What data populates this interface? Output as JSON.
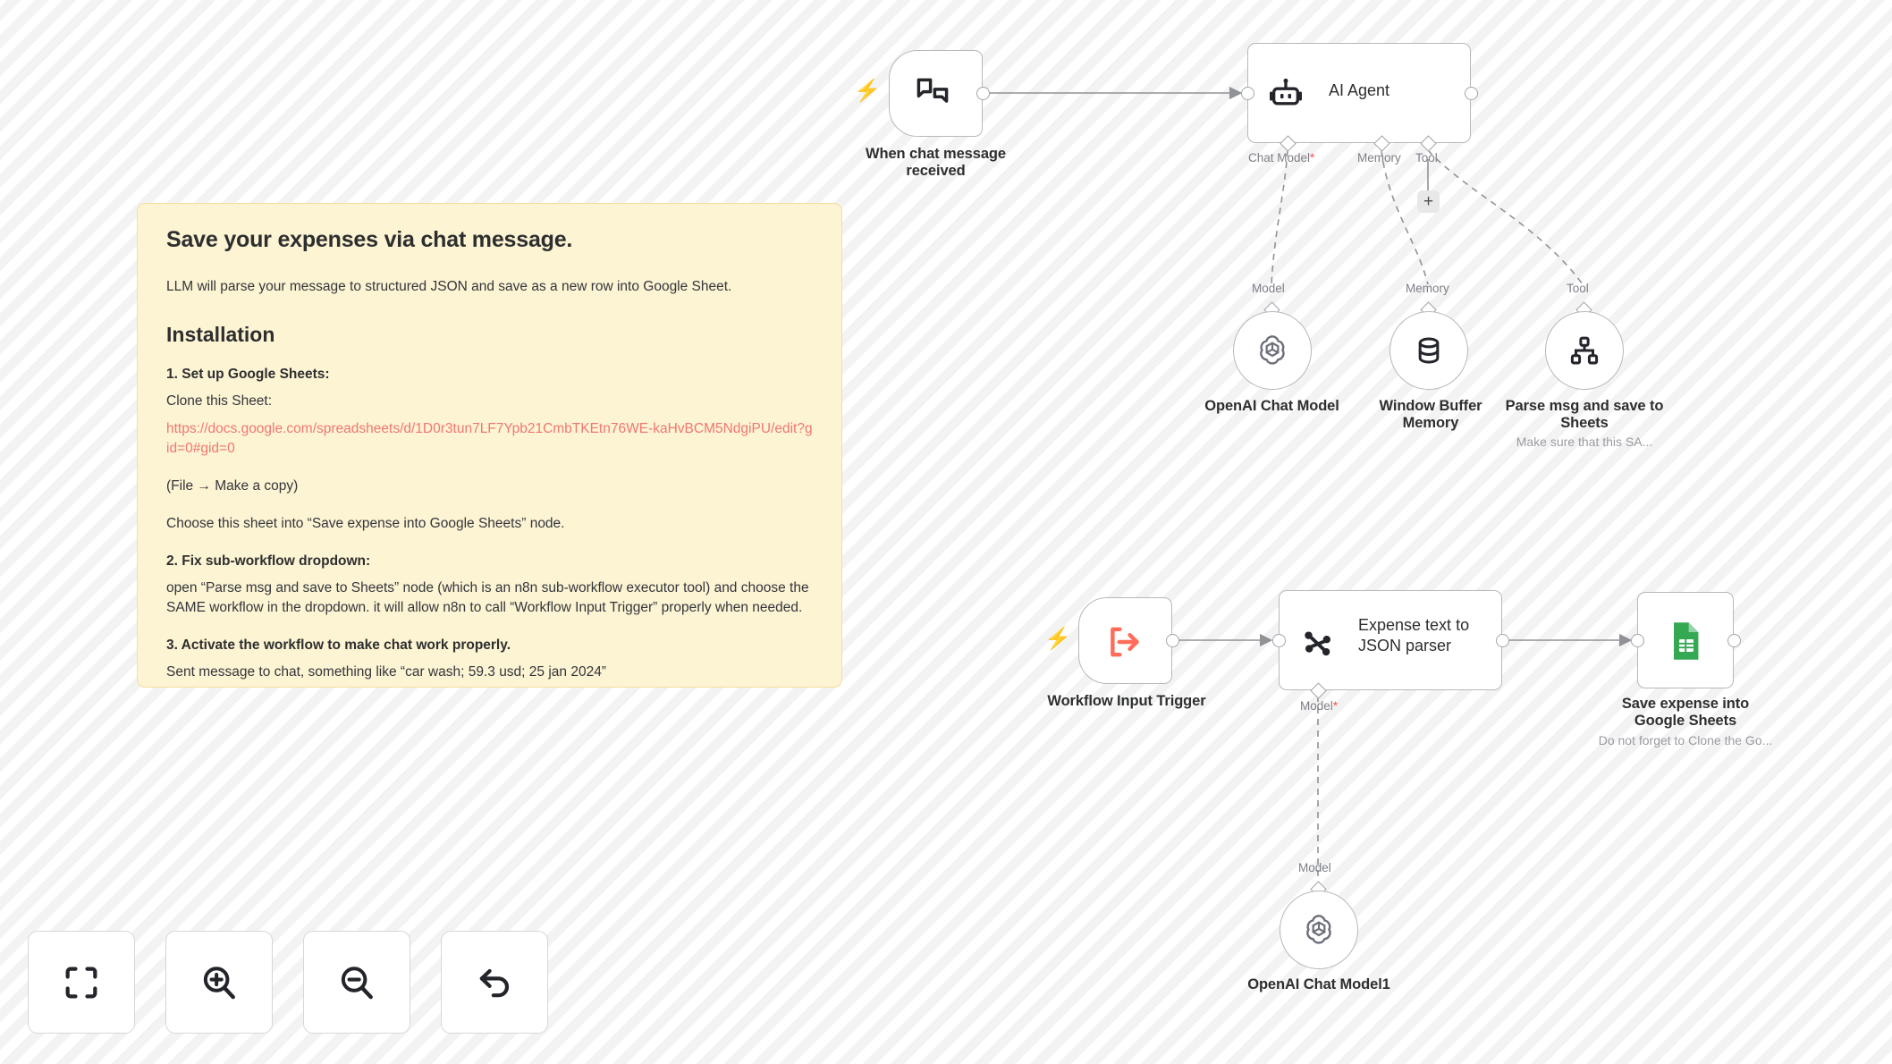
{
  "canvas": {
    "background_color": "#ffffff",
    "stripe_color": "#f3f3f4"
  },
  "sticky_note": {
    "background_color": "#fdf4d4",
    "border_color": "#f1df9c",
    "title": "Save your expenses via chat message.",
    "intro": "LLM will parse your message to structured JSON and save as a new row into Google Sheet.",
    "section_heading": "Installation",
    "step1_heading": "1. Set up Google Sheets:",
    "step1_clone": "Clone this Sheet:",
    "step1_url": "https://docs.google.com/spreadsheets/d/1D0r3tun7LF7Ypb21CmbTKEtn76WE-kaHvBCM5NdgiPU/edit?gid=0#gid=0",
    "step1_copy": "(File → Make a copy)",
    "step1_choose": "Choose this sheet into “Save expense into Google Sheets” node.",
    "step2_heading": "2. Fix sub-workflow dropdown:",
    "step2_body": "open “Parse msg and save to Sheets” node (which is an n8n sub-workflow executor tool) and choose the SAME workflow in the dropdown. it will allow n8n to call “Workflow Input Trigger” properly when needed.",
    "step3_heading": "3. Activate the workflow to make chat work properly.",
    "step3_body": "Sent message to chat, something like “car wash; 59.3 usd; 25 jan 2024”",
    "url_color": "#ef7871"
  },
  "nodes": {
    "chat_trigger": {
      "label": "When chat message received",
      "icon": "chat-bubbles-icon",
      "trigger_icon": "lightning-bolt-icon",
      "trigger_color": "#ff6d5a"
    },
    "ai_agent": {
      "label": "AI Agent",
      "icon": "robot-icon",
      "connectors": [
        {
          "name": "Chat Model",
          "required": true
        },
        {
          "name": "Memory",
          "required": false
        },
        {
          "name": "Tool",
          "required": false
        }
      ]
    },
    "openai_chat_model": {
      "label": "OpenAI Chat Model",
      "connector_label": "Model",
      "icon": "openai-icon"
    },
    "window_buffer_memory": {
      "label": "Window Buffer Memory",
      "connector_label": "Memory",
      "icon": "database-icon"
    },
    "parse_msg_tool": {
      "label": "Parse msg and save to Sheets",
      "sublabel": "Make sure that this SA...",
      "connector_label": "Tool",
      "icon": "workflow-tool-icon"
    },
    "workflow_input_trigger": {
      "label": "Workflow Input Trigger",
      "icon": "bracket-arrow-icon",
      "icon_color": "#ff6d5a",
      "trigger_icon": "lightning-bolt-icon"
    },
    "expense_parser": {
      "label": "Expense text to JSON parser",
      "icon": "information-extractor-icon",
      "connector_label": "Model",
      "connector_required": true
    },
    "openai_chat_model1": {
      "label": "OpenAI Chat Model1",
      "connector_label": "Model",
      "icon": "openai-icon"
    },
    "save_expense_sheets": {
      "label": "Save expense into Google Sheets",
      "sublabel": "Do not forget to Clone the Go...",
      "icon": "google-sheets-icon",
      "icon_color": "#34a853"
    },
    "add_tool_button": {
      "label": "+"
    }
  },
  "toolbar": {
    "buttons": [
      {
        "name": "zoom-to-fit",
        "label": ""
      },
      {
        "name": "zoom-in",
        "label": ""
      },
      {
        "name": "zoom-out",
        "label": ""
      },
      {
        "name": "reset-zoom",
        "label": ""
      }
    ]
  }
}
